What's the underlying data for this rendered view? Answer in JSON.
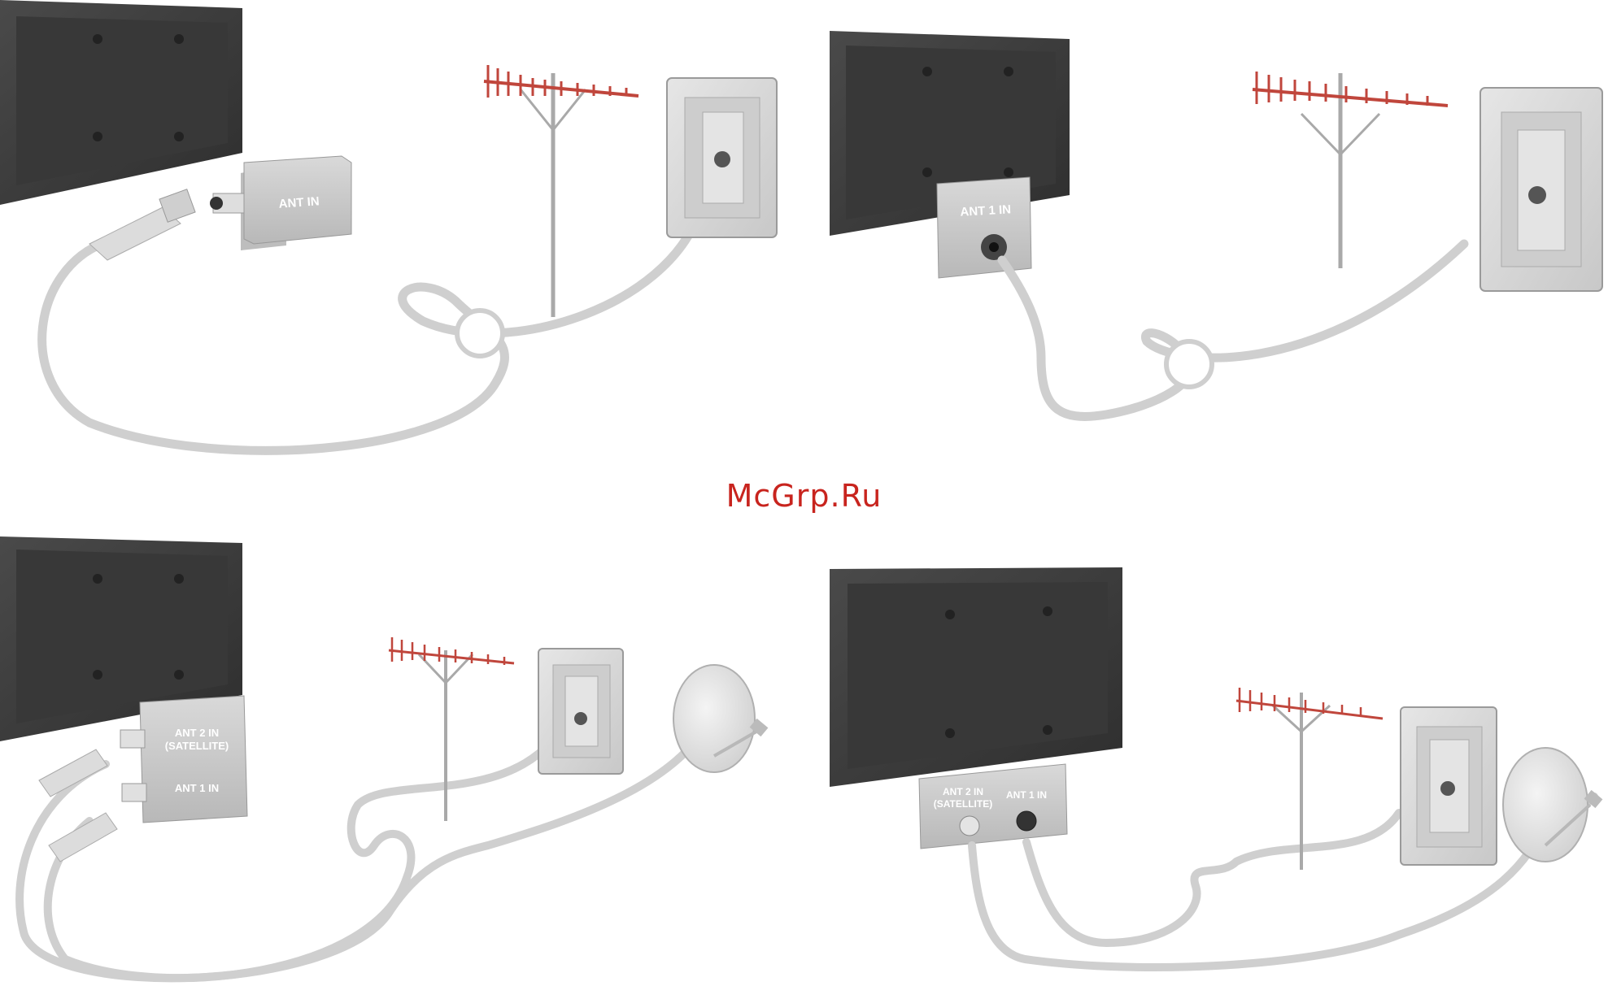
{
  "panels": [
    {
      "id": "top-left",
      "ports": {
        "ant_in": "ANT IN"
      }
    },
    {
      "id": "top-right",
      "ports": {
        "ant1": "ANT 1 IN"
      }
    },
    {
      "id": "bottom-left",
      "ports": {
        "ant2_line1": "ANT 2 IN",
        "ant2_line2": "(SATELLITE)",
        "ant1": "ANT 1 IN"
      }
    },
    {
      "id": "bottom-right",
      "ports": {
        "ant2_line1": "ANT 2 IN",
        "ant2_line2": "(SATELLITE)",
        "ant1": "ANT 1 IN"
      }
    }
  ],
  "watermark": "McGrp.Ru",
  "colors": {
    "tv": "#3c3c3c",
    "cable": "#cfcfcf",
    "antenna": "#c0463c",
    "wall_plate": "#d6d6d6",
    "watermark": "#c8241e"
  }
}
